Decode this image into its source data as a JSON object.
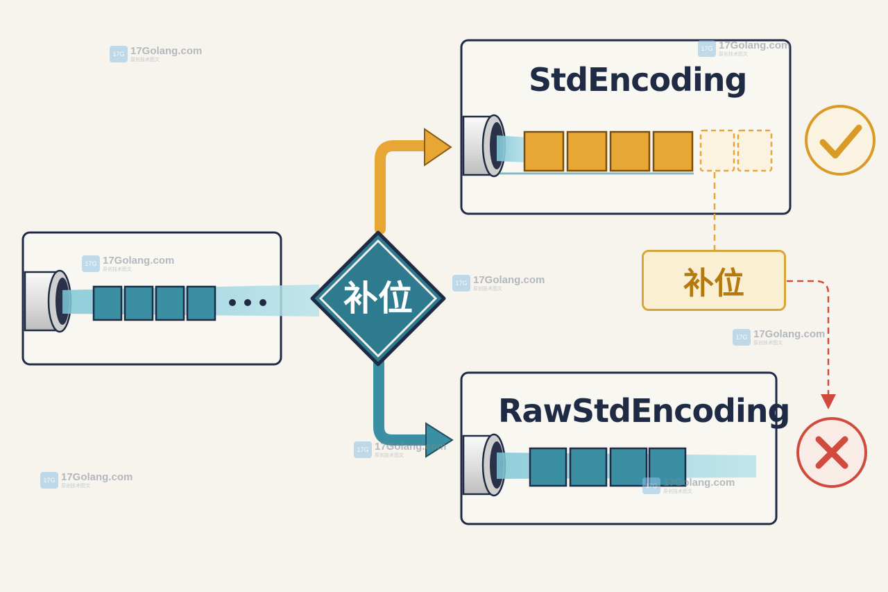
{
  "diagram": {
    "center_label": "补位",
    "std_title": "StdEncoding",
    "raw_title": "RawStdEncoding",
    "pad_label": "补位",
    "ellipsis": "• • •"
  },
  "watermark": {
    "text": "17Golang.com",
    "sub": "原创技术图文",
    "logo": "17G"
  },
  "icons": {
    "check": "check-icon",
    "cross": "cross-icon",
    "pipe": "pipe-icon"
  },
  "colors": {
    "navy": "#1f2b44",
    "teal": "#3a8fa3",
    "orange": "#e8a634",
    "red": "#d04b3e"
  }
}
